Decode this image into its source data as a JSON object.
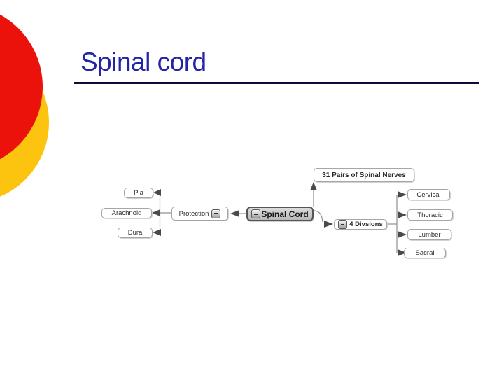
{
  "slide": {
    "title": "Spinal cord"
  },
  "colors": {
    "title_text": "#2424a6",
    "title_underline": "#0d0d35",
    "decor_red": "#ea120b",
    "decor_yellow": "#fcc30f",
    "node_border": "#a6a6a6",
    "root_node_fill": "#c9c9c9",
    "connector_line": "#8f8f8f",
    "arrowhead": "#4a4a4a"
  },
  "diagram": {
    "root": {
      "label": "Spinal Cord",
      "collapse_icon": "minus-icon"
    },
    "top_branch": {
      "label": "31 Pairs of Spinal Nerves"
    },
    "left_branch": {
      "label": "Protection",
      "collapse_icon": "minus-icon",
      "children": [
        {
          "label": "Pia"
        },
        {
          "label": "Arachnoid"
        },
        {
          "label": "Dura"
        }
      ]
    },
    "right_branch": {
      "label": "4 Divsions",
      "collapse_icon": "minus-icon",
      "children": [
        {
          "label": "Cervical"
        },
        {
          "label": "Thoracic"
        },
        {
          "label": "Lumber"
        },
        {
          "label": "Sacral"
        }
      ]
    }
  }
}
